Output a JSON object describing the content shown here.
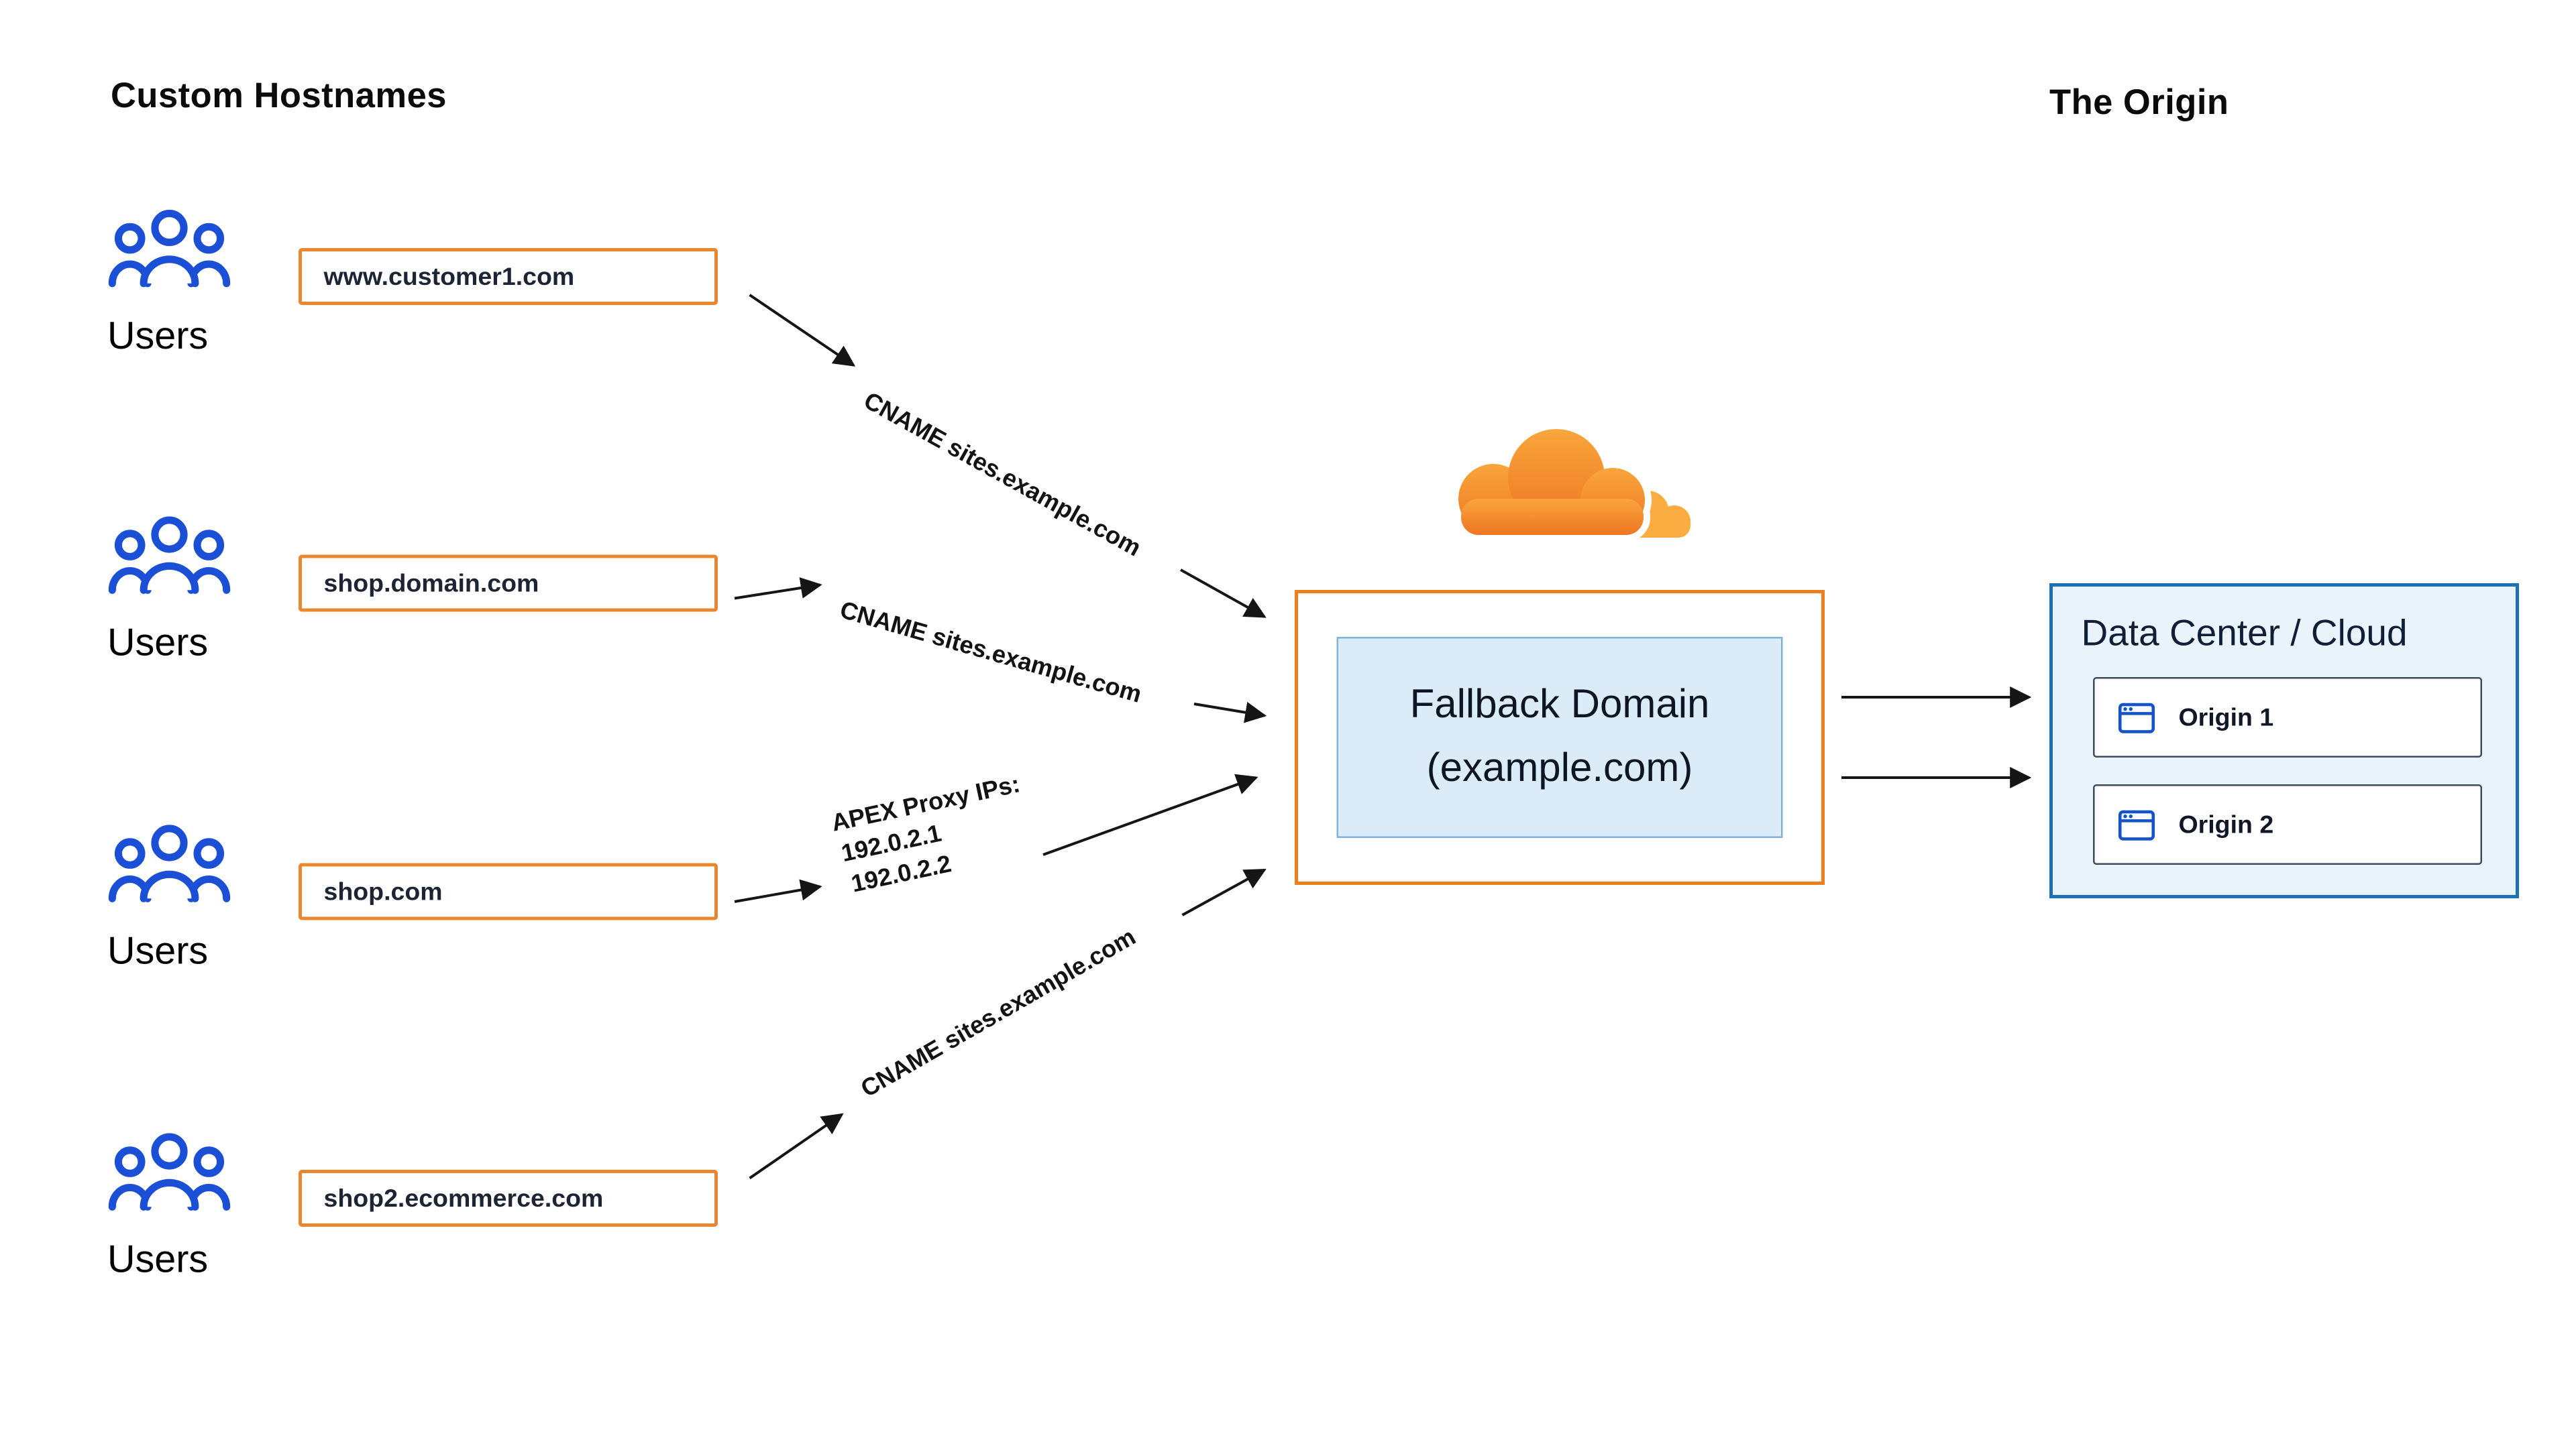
{
  "titles": {
    "custom_hostnames": "Custom Hostnames",
    "the_origin": "The Origin"
  },
  "user_groups": [
    {
      "label": "Users"
    },
    {
      "label": "Users"
    },
    {
      "label": "Users"
    },
    {
      "label": "Users"
    }
  ],
  "hostnames": [
    {
      "domain": "www.customer1.com"
    },
    {
      "domain": "shop.domain.com"
    },
    {
      "domain": "shop.com"
    },
    {
      "domain": "shop2.ecommerce.com"
    }
  ],
  "connections": [
    {
      "label": "CNAME sites.example.com"
    },
    {
      "label": "CNAME sites.example.com"
    },
    {
      "lines": [
        "APEX Proxy IPs:",
        "192.0.2.1",
        "192.0.2.2"
      ]
    },
    {
      "label": "CNAME sites.example.com"
    }
  ],
  "fallback_domain": {
    "line1": "Fallback Domain",
    "line2": "(example.com)"
  },
  "origin": {
    "title": "Data Center / Cloud",
    "servers": [
      {
        "label": "Origin 1"
      },
      {
        "label": "Origin 2"
      }
    ]
  },
  "colors": {
    "cloudflare_orange": "#F6821F",
    "cloudflare_light_orange": "#FBAD41",
    "hostname_box_border": "#E8872F",
    "fallback_border": "#ED7F21",
    "fallback_fill": "#DBEBF8",
    "datacenter_fill": "#E9F3FB",
    "datacenter_border": "#1D6FB8",
    "users_blue": "#1A4FD6",
    "arrow": "#151515"
  }
}
